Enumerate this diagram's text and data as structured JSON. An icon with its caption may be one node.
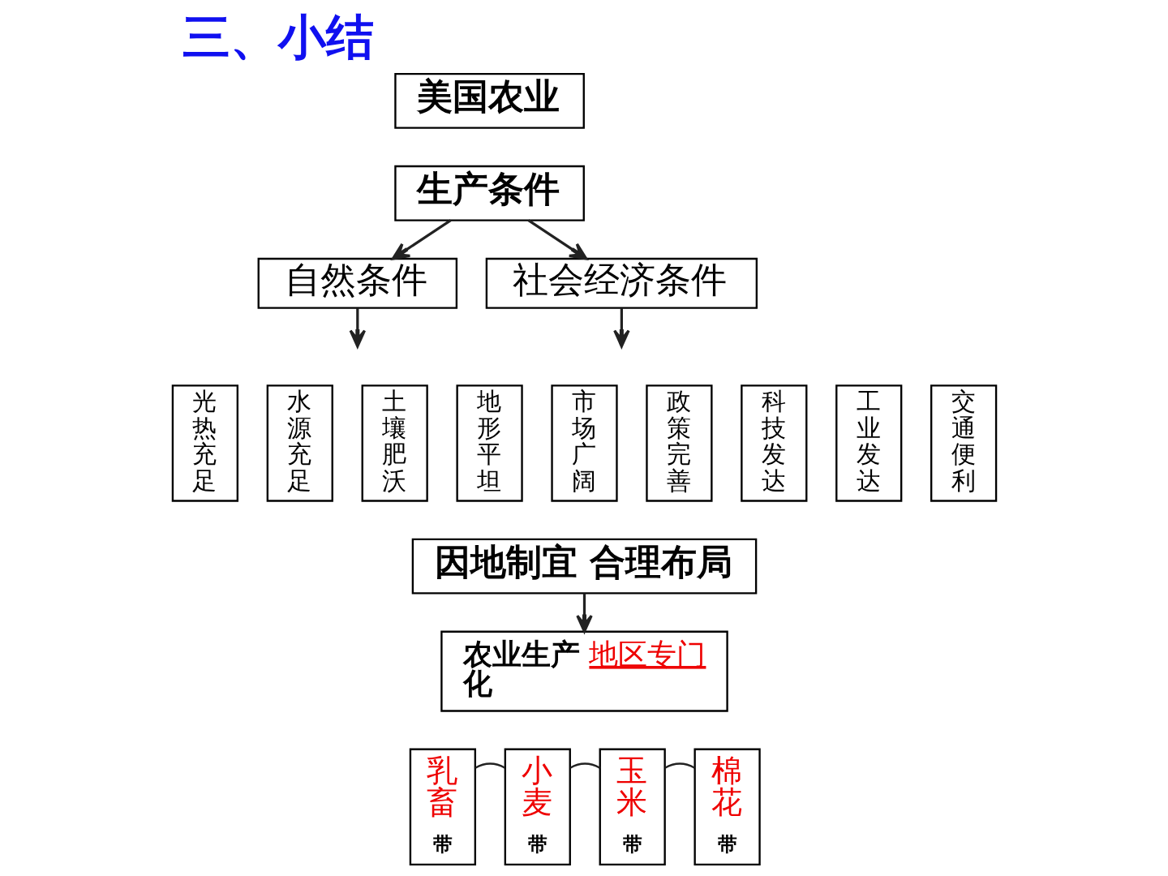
{
  "diagram": {
    "title": "三、小结",
    "nodes": [
      {
        "text": [
          "美国农业"
        ]
      },
      {
        "text": [
          "生产条件"
        ]
      },
      {
        "text": [
          "自然条件"
        ]
      },
      {
        "text": [
          "社会经济条件"
        ]
      },
      {
        "text": [
          "光热充足"
        ]
      },
      {
        "text": [
          "水源充足"
        ]
      },
      {
        "text": [
          "土壤肥沃"
        ]
      },
      {
        "text": [
          "地形平坦"
        ]
      },
      {
        "text": [
          "市场广阔"
        ]
      },
      {
        "text": [
          "政策完善"
        ]
      },
      {
        "text": [
          "科技发达"
        ]
      },
      {
        "text": [
          "工业发达"
        ]
      },
      {
        "text": [
          "交通便利"
        ]
      },
      {
        "text": [
          "因地制宜 合理布局"
        ]
      },
      {
        "text": [
          "农业生产",
          "地区专门",
          "化"
        ]
      },
      {
        "text": [
          "乳畜",
          "带"
        ]
      },
      {
        "text": [
          "小麦",
          "带"
        ]
      },
      {
        "text": [
          "玉米",
          "带"
        ]
      },
      {
        "text": [
          "棉花",
          "带"
        ]
      }
    ],
    "edges": [
      {
        "from": 1,
        "to": 2,
        "arrow": "to"
      },
      {
        "from": 1,
        "to": 3,
        "arrow": "to"
      },
      {
        "from": 2,
        "to": null,
        "arrow": "to"
      },
      {
        "from": 3,
        "to": null,
        "arrow": "to"
      },
      {
        "from": 13,
        "to": 14,
        "arrow": "to"
      },
      {
        "from": 15,
        "to": 16,
        "arrow": "none"
      },
      {
        "from": 16,
        "to": 17,
        "arrow": "none"
      },
      {
        "from": 17,
        "to": 18,
        "arrow": "none"
      }
    ]
  }
}
